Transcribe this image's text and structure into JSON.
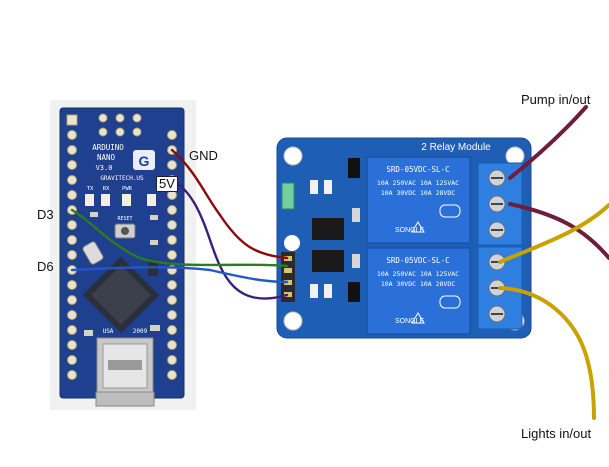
{
  "labels": {
    "gnd": "GND",
    "v5": "5V",
    "d3": "D3",
    "d6": "D6",
    "pump": "Pump in/out",
    "lights": "Lights in/out"
  },
  "nano": {
    "line1": "ARDUINO",
    "line2": "NANO",
    "line3": "V3.0",
    "maker": "GRAVITECH.US",
    "tx": "TX",
    "rx": "RX",
    "pwr": "PWR",
    "reset": "RESET",
    "usa": "USA",
    "year": "2009"
  },
  "relay_module": {
    "title": "2 Relay Module",
    "relay_brand": "SONGLE",
    "relay_model": "SRD-05VDC-SL-C",
    "rating_1": "10A 250VAC  10A 125VAC",
    "rating_2": "10A 30VDC  10A 28VDC"
  },
  "colors": {
    "board_blue": "#1f3f8f",
    "relay_blue": "#1e5fb5",
    "wire_gnd": "#8b0a0a",
    "wire_5v": "#3c1f7a",
    "wire_d3": "#2e7a1e",
    "wire_d6": "#2357c7",
    "wire_pump": "#6e1d3a",
    "wire_lights": "#c9a200"
  }
}
